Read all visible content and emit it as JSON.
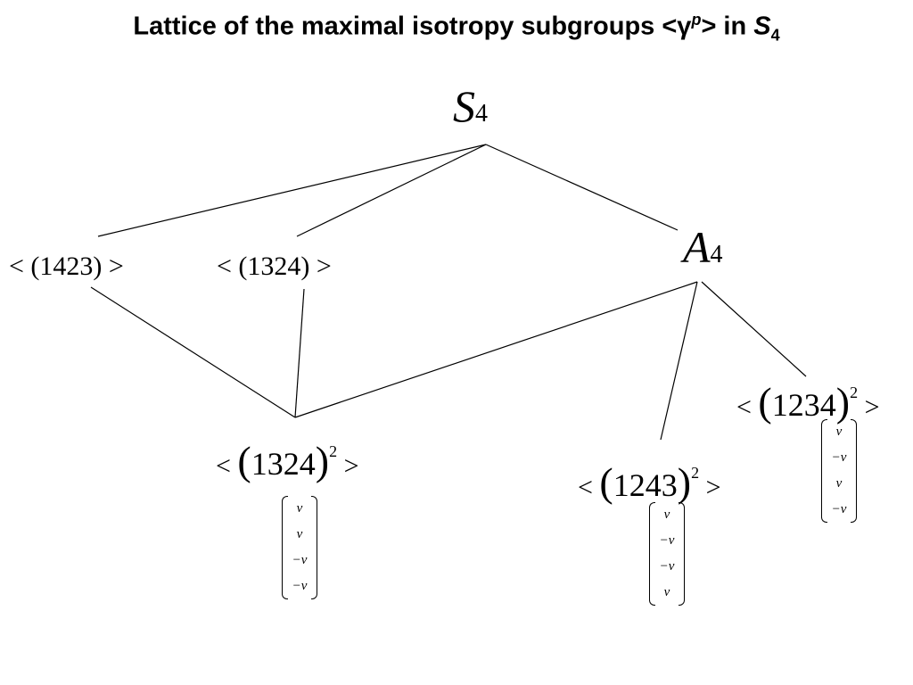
{
  "title": {
    "text": "Lattice of the maximal isotropy subgroups <",
    "gamma": "γ",
    "p": "p",
    "in_text": "> in ",
    "S": "S",
    "four": "4"
  },
  "nodes": {
    "s4": {
      "sym": "S",
      "sub": "4"
    },
    "a4": {
      "sym": "A",
      "sub": "4"
    },
    "n1423": {
      "text": "< (1423) >"
    },
    "n1324": {
      "text": "< (1324) >"
    },
    "sq1324": {
      "lt": "< ",
      "cycle": "1324",
      "exp": "2",
      "gt": " >",
      "vector": [
        "v",
        "v",
        "−v",
        "−v"
      ]
    },
    "sq1243": {
      "lt": "< ",
      "cycle": "1243",
      "exp": "2",
      "gt": " >",
      "vector": [
        "v",
        "−v",
        "−v",
        "v"
      ]
    },
    "sq1234": {
      "lt": "< ",
      "cycle": "1234",
      "exp": "2",
      "gt": " >",
      "vector": [
        "v",
        "−v",
        "v",
        "−v"
      ]
    }
  },
  "edges": [
    {
      "from": "s4",
      "to": "n1423"
    },
    {
      "from": "s4",
      "to": "n1324"
    },
    {
      "from": "s4",
      "to": "a4"
    },
    {
      "from": "n1423",
      "to": "sq1324"
    },
    {
      "from": "n1324",
      "to": "sq1324"
    },
    {
      "from": "a4",
      "to": "sq1324"
    },
    {
      "from": "a4",
      "to": "sq1243"
    },
    {
      "from": "a4",
      "to": "sq1234"
    }
  ]
}
